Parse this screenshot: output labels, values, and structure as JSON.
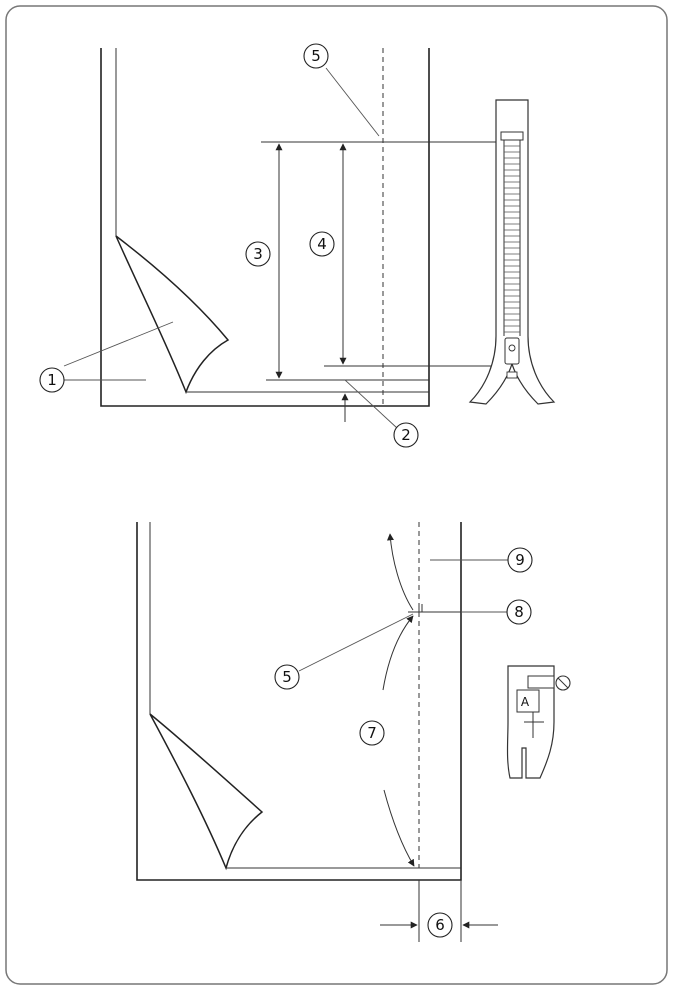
{
  "callouts": {
    "c1": "1",
    "c2": "2",
    "c3": "3",
    "c4": "4",
    "c5_top": "5",
    "c5_bottom": "5",
    "c6": "6",
    "c7": "7",
    "c8": "8",
    "c9": "9"
  },
  "presser_foot": {
    "letter": "A"
  }
}
